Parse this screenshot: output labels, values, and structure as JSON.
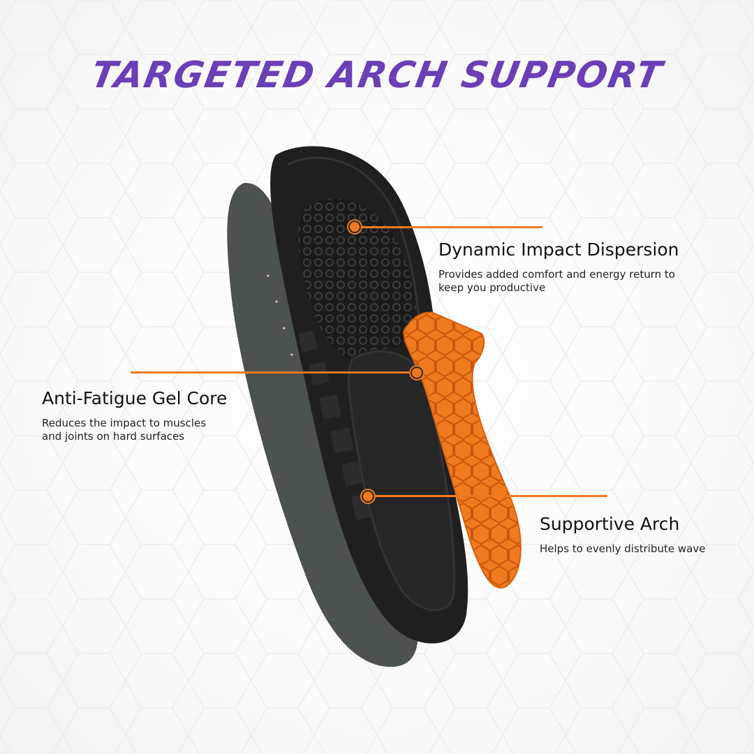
{
  "title": "TARGETED ARCH SUPPORT",
  "features": [
    {
      "name": "Dynamic Impact Dispersion",
      "description": "Provides added comfort and energy return to\nkeep you productive"
    },
    {
      "name": "Anti-Fatigue Gel Core",
      "description": "Reduces the impact to muscles\nand joints on hard surfaces"
    },
    {
      "name": "Supportive Arch",
      "description": "Helps to evenly distribute wave"
    }
  ],
  "colors": {
    "title": "#6b3fb5",
    "accent": "#f0781f",
    "insole_top": "#1f1f1f",
    "insole_base": "#4b524f",
    "arch_insert": "#f07a1e"
  }
}
